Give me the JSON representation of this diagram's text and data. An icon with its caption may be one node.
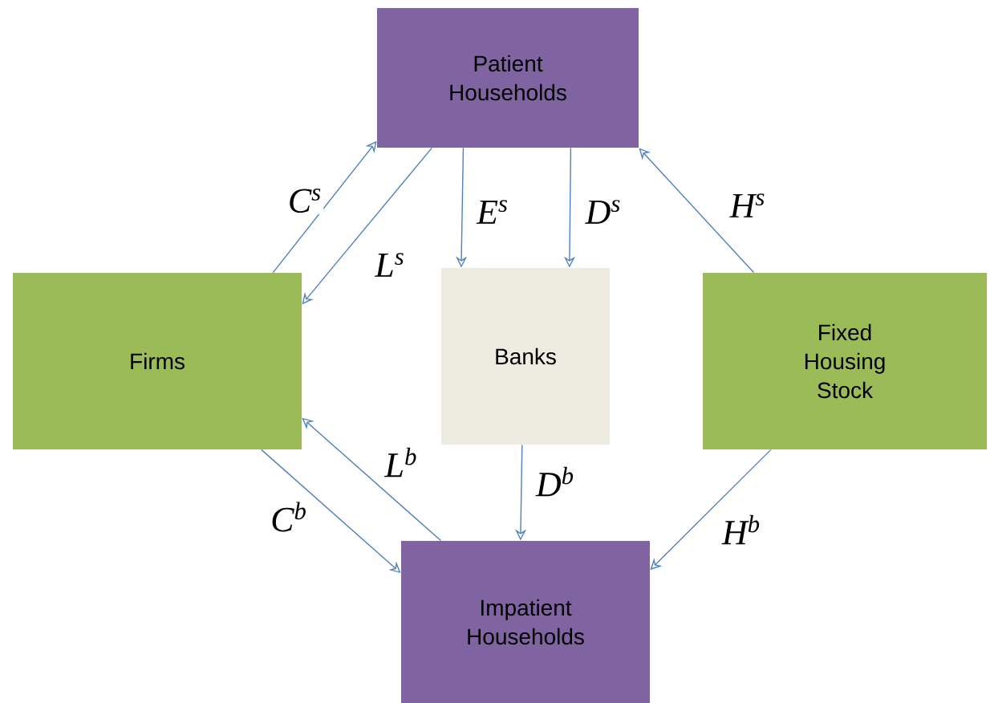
{
  "diagram": {
    "nodes": [
      {
        "text": [
          "Patient Households"
        ]
      },
      {
        "text": [
          "Firms"
        ]
      },
      {
        "text": [
          "Banks"
        ]
      },
      {
        "text": [
          "Fixed Housing Stock"
        ]
      },
      {
        "text": [
          "Impatient Households"
        ]
      }
    ],
    "edges": [
      {
        "from": 1,
        "to": 0,
        "arrow": "to",
        "label": "C$^{s}$"
      },
      {
        "from": 0,
        "to": 1,
        "arrow": "to",
        "label": "L$^{s}$"
      },
      {
        "from": 0,
        "to": 2,
        "arrow": "to",
        "label": "E$^{s}$"
      },
      {
        "from": 0,
        "to": 2,
        "arrow": "to",
        "label": "D$^{s}$"
      },
      {
        "from": 3,
        "to": 0,
        "arrow": "to",
        "label": "H$^{s}$"
      },
      {
        "from": 1,
        "to": 4,
        "arrow": "to",
        "label": "C$^{b}$"
      },
      {
        "from": 4,
        "to": 1,
        "arrow": "to",
        "label": "L$^{b}$"
      },
      {
        "from": 2,
        "to": 4,
        "arrow": "to",
        "label": "D$^{b}$"
      },
      {
        "from": 3,
        "to": 4,
        "arrow": "to",
        "label": "H$^{b}$"
      }
    ]
  }
}
